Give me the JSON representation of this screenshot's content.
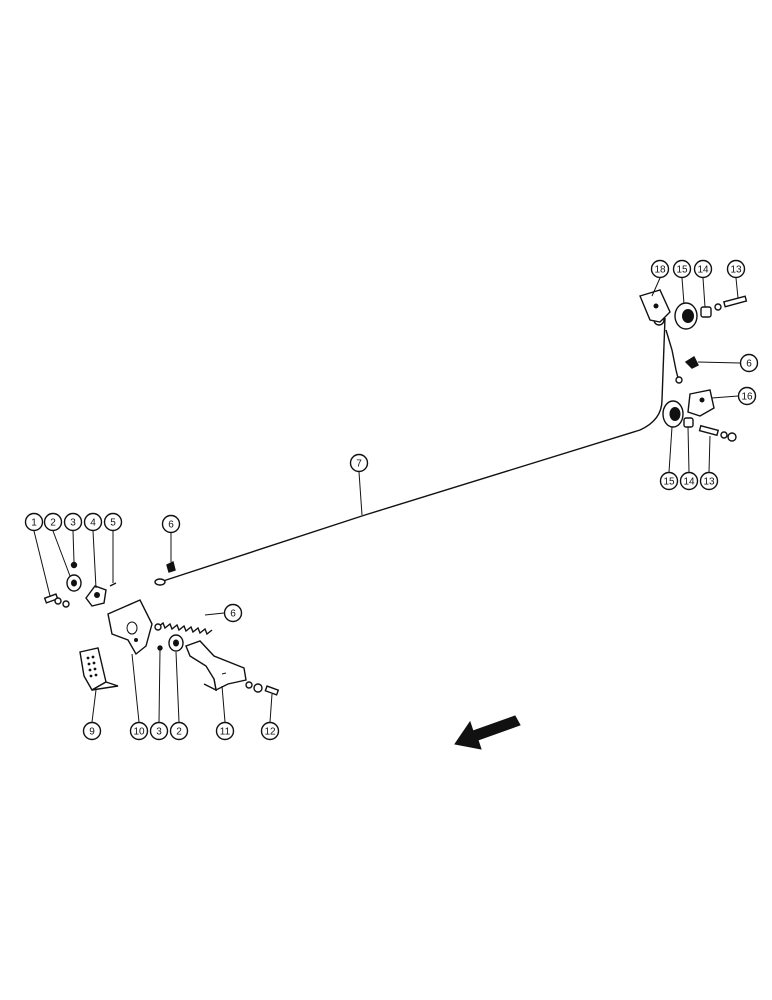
{
  "colors": {
    "ink": "#111111",
    "paper": "#ffffff",
    "part_fill": "#f2f2f2"
  },
  "callouts": [
    {
      "label": "1"
    },
    {
      "label": "2"
    },
    {
      "label": "3"
    },
    {
      "label": "4"
    },
    {
      "label": "5"
    },
    {
      "label": "6"
    },
    {
      "label": "6"
    },
    {
      "label": "7"
    },
    {
      "label": "9"
    },
    {
      "label": "10"
    },
    {
      "label": "3"
    },
    {
      "label": "2"
    },
    {
      "label": "11"
    },
    {
      "label": "12"
    },
    {
      "label": "18"
    },
    {
      "label": "15"
    },
    {
      "label": "14"
    },
    {
      "label": "13"
    },
    {
      "label": "6"
    },
    {
      "label": "16"
    },
    {
      "label": "15"
    },
    {
      "label": "14"
    },
    {
      "label": "13"
    }
  ],
  "direction_arrow": {
    "icon": "direction-arrow-icon"
  }
}
